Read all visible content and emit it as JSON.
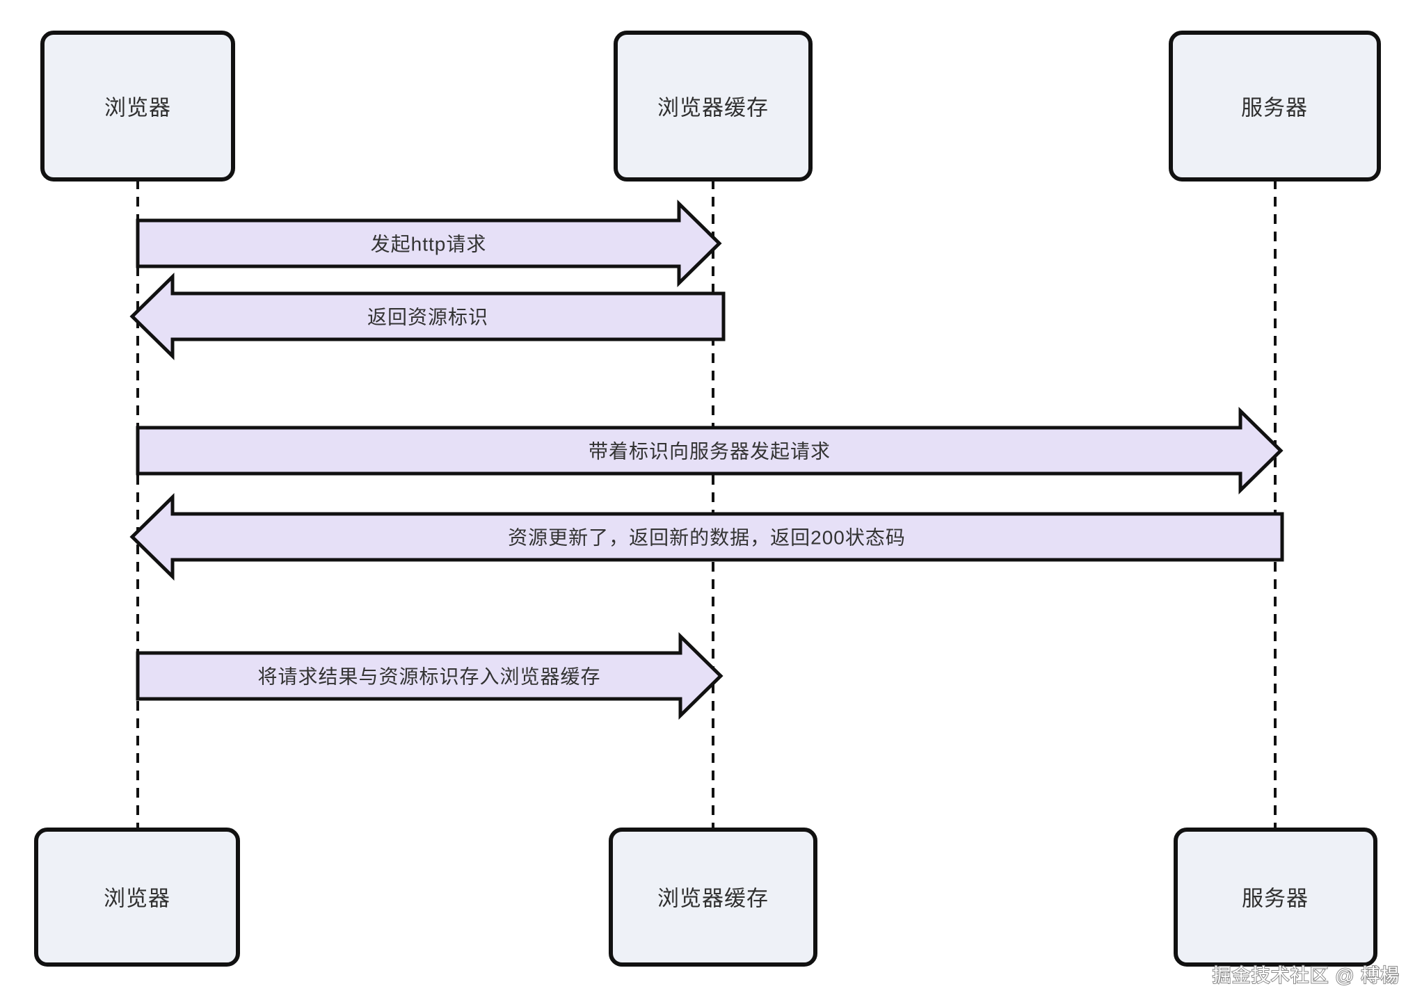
{
  "actors": [
    {
      "id": "browser",
      "label": "浏览器"
    },
    {
      "id": "browser-cache",
      "label": "浏览器缓存"
    },
    {
      "id": "server",
      "label": "服务器"
    }
  ],
  "messages": [
    {
      "label": "发起http请求",
      "from": "browser",
      "to": "browser-cache",
      "direction": "right"
    },
    {
      "label": "返回资源标识",
      "from": "browser-cache",
      "to": "browser",
      "direction": "left"
    },
    {
      "label": "带着标识向服务器发起请求",
      "from": "browser",
      "to": "server",
      "direction": "right"
    },
    {
      "label": "资源更新了，返回新的数据，返回200状态码",
      "from": "server",
      "to": "browser",
      "direction": "left"
    },
    {
      "label": "将请求结果与资源标识存入浏览器缓存",
      "from": "browser",
      "to": "browser-cache",
      "direction": "right"
    }
  ],
  "watermark": "掘金技术社区 @ 榑楊",
  "colors": {
    "actor_fill": "#eef1f7",
    "arrow_fill": "#e6e0f7",
    "outline": "#111111",
    "text": "#333333"
  }
}
